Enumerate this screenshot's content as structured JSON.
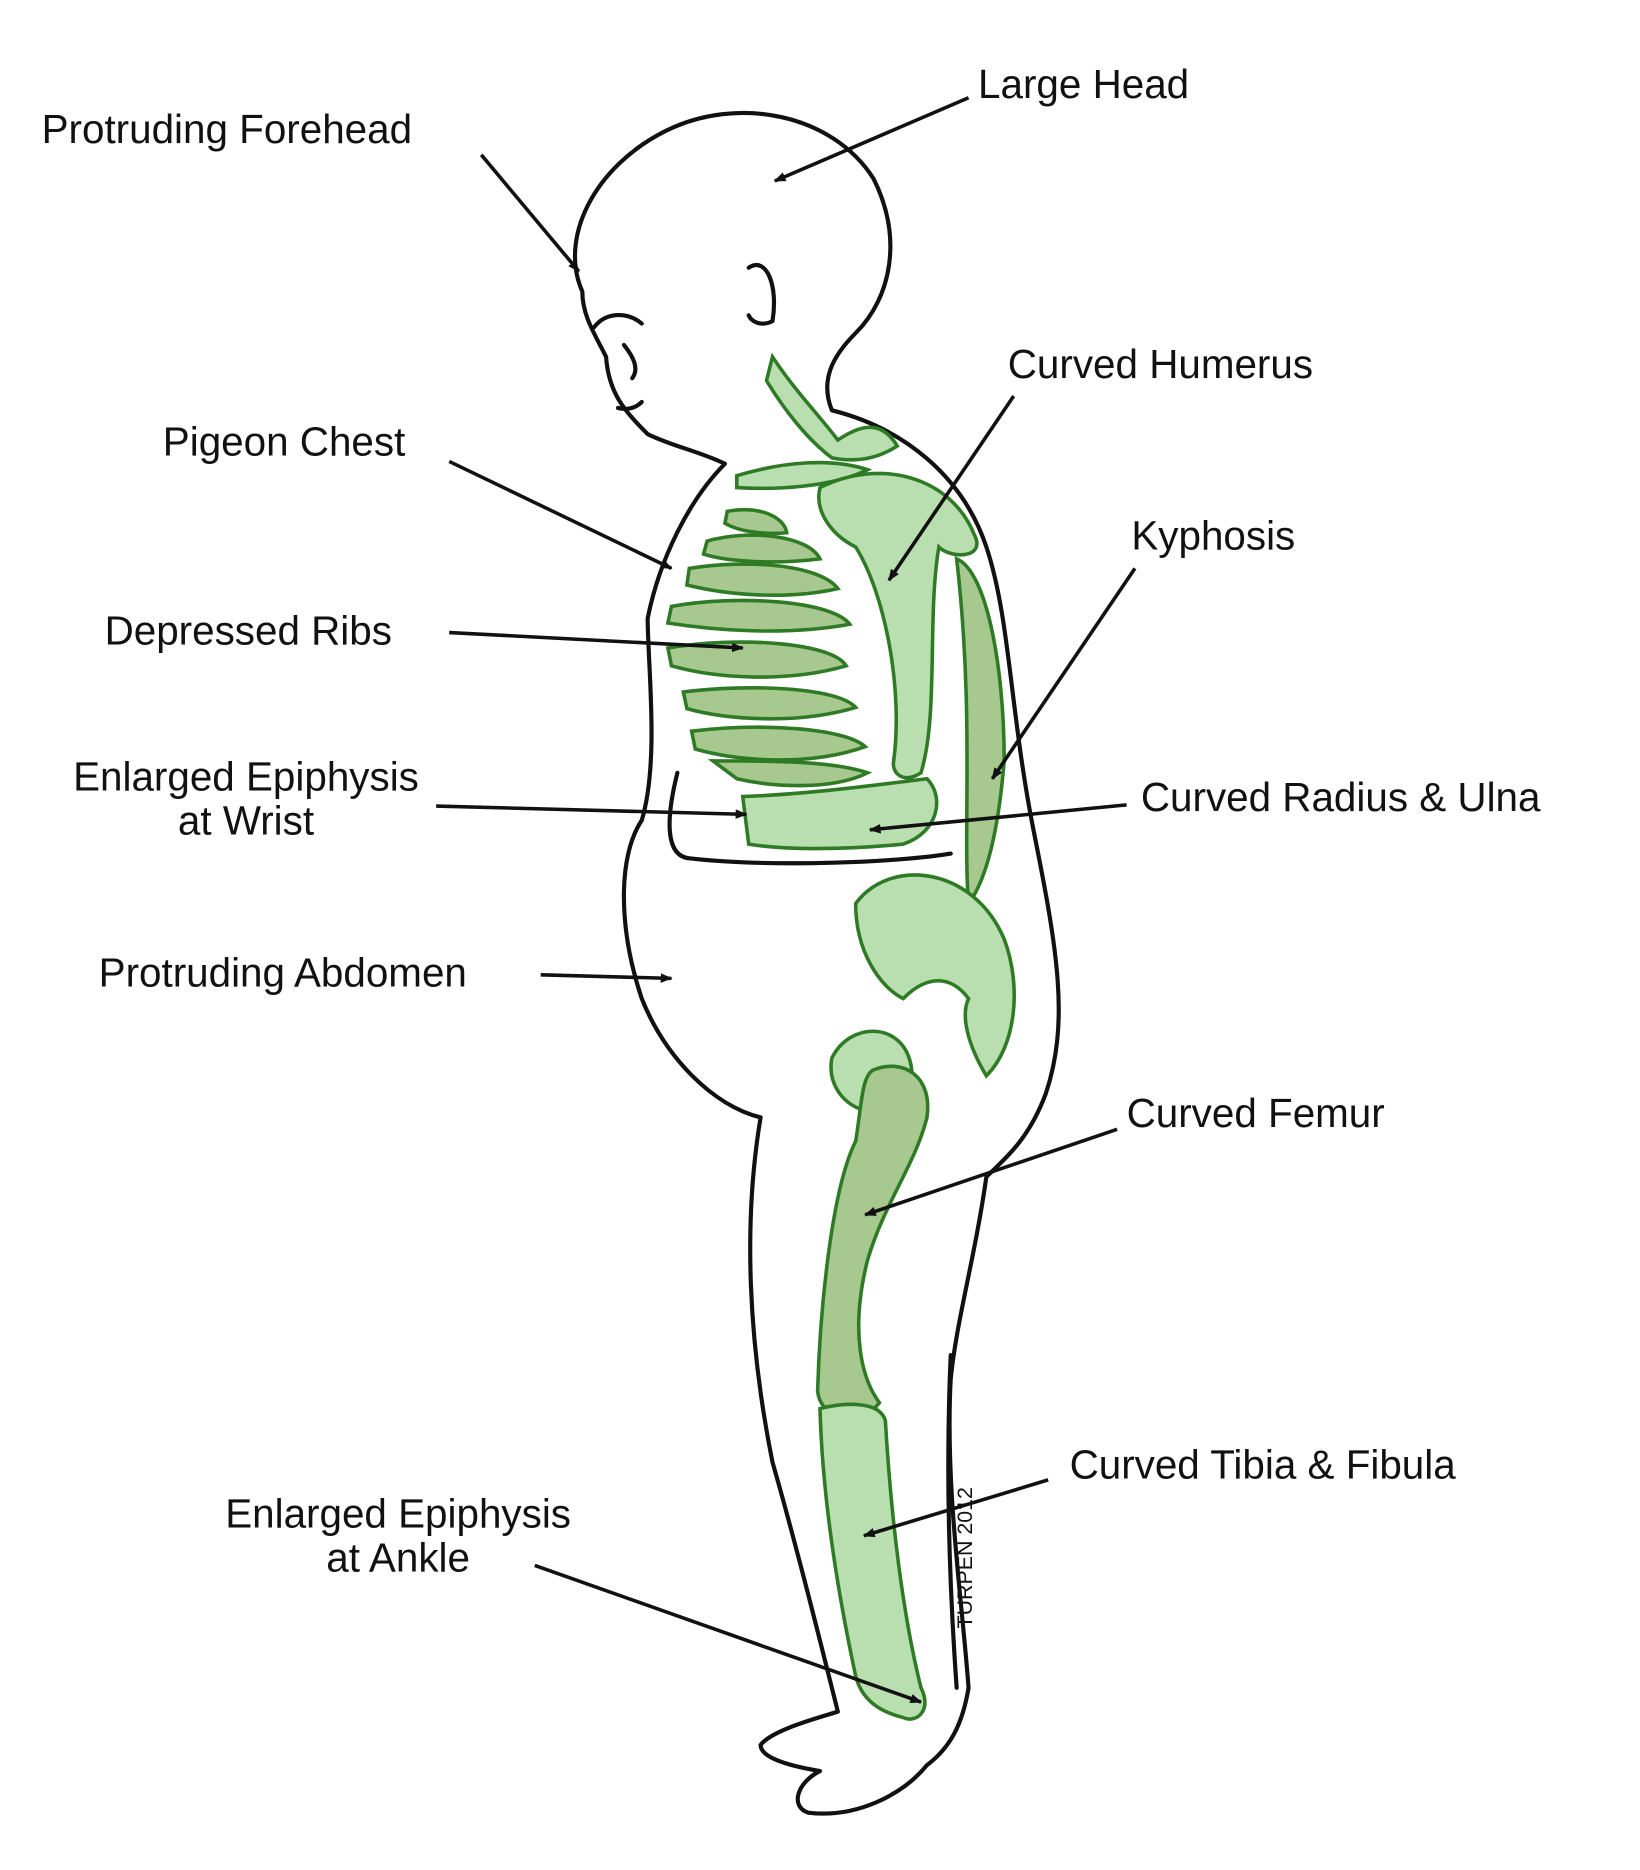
{
  "title": "Rickets features diagram",
  "labels": {
    "large_head": "Large Head",
    "protruding_forehead": "Protruding Forehead",
    "curved_humerus": "Curved Humerus",
    "pigeon_chest": "Pigeon Chest",
    "kyphosis": "Kyphosis",
    "depressed_ribs": "Depressed Ribs",
    "epiphysis_wrist_1": "Enlarged Epiphysis",
    "epiphysis_wrist_2": "at Wrist",
    "curved_radius_ulna": "Curved Radius & Ulna",
    "protruding_abdomen": "Protruding Abdomen",
    "curved_femur": "Curved Femur",
    "curved_tibia_fibula": "Curved Tibia & Fibula",
    "epiphysis_ankle_1": "Enlarged Epiphysis",
    "epiphysis_ankle_2": "at Ankle"
  },
  "signature": "TURPEN 2012",
  "colors": {
    "bone_fill": "#b9dfb0",
    "bone_stroke": "#2f7a25",
    "text": "#111111"
  }
}
